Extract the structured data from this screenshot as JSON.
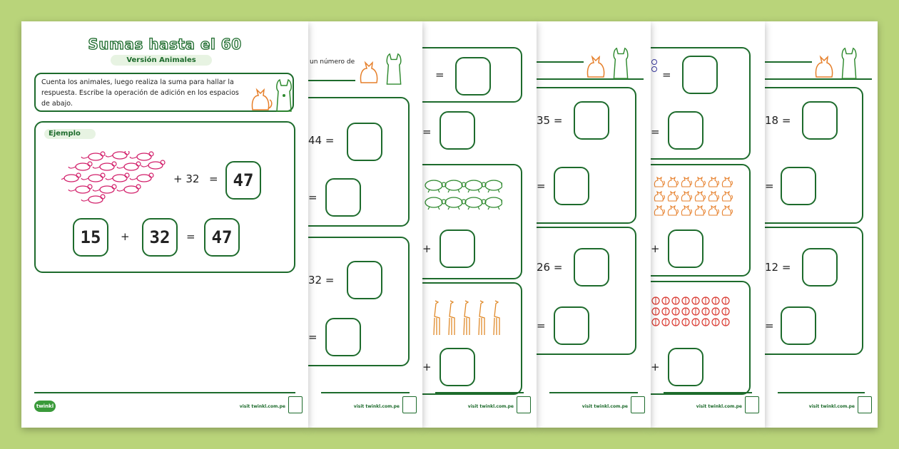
{
  "sheet1": {
    "title": "Sumas hasta el 60",
    "subtitle": "Versión Animales",
    "instructions": "Cuenta los animales, luego realiza la suma para hallar la respuesta. Escribe la operación de adición en los espacios de abajo.",
    "example_label": "Ejemplo",
    "picture_addend": "+ 32",
    "equals": "=",
    "answer": "47",
    "equation": {
      "a": "15",
      "plus": "+",
      "b": "32",
      "eq": "=",
      "result": "47"
    },
    "footer_url": "visit twinkl.com.pe",
    "logo": "twinkl"
  },
  "sheet2": {
    "intro_fragment": "un número de",
    "row1": "44 =",
    "row2": "=",
    "row3": "32 =",
    "row4": "=",
    "footer_url": "visit twinkl.com.pe"
  },
  "sheet3": {
    "row1": "=",
    "row2": "=",
    "row3": "+",
    "row4": "+",
    "footer_url": "visit twinkl.com.pe"
  },
  "sheet4": {
    "row1": "35 =",
    "row2": "=",
    "row3": "26 =",
    "row4": "=",
    "footer_url": "visit twinkl.com.pe"
  },
  "sheet5": {
    "row1": "=",
    "row2": "=",
    "row3": "+",
    "row4": "+",
    "footer_url": "visit twinkl.com.pe"
  },
  "sheet6": {
    "row1": "18 =",
    "row2": "=",
    "row3": "12 =",
    "row4": "=",
    "footer_url": "visit twinkl.com.pe"
  },
  "colors": {
    "background": "#b9d47a",
    "border_green": "#1d6b2c",
    "mice": "#d21f6a",
    "turtles": "#2f8a2f",
    "giraffes": "#e08a2a",
    "ladybirds": "#d8342b",
    "cats": "#e67f2a"
  },
  "icons": [
    "mouse-icon",
    "turtle-icon",
    "giraffe-icon",
    "ladybird-icon",
    "cat-icon",
    "dog-icon"
  ]
}
